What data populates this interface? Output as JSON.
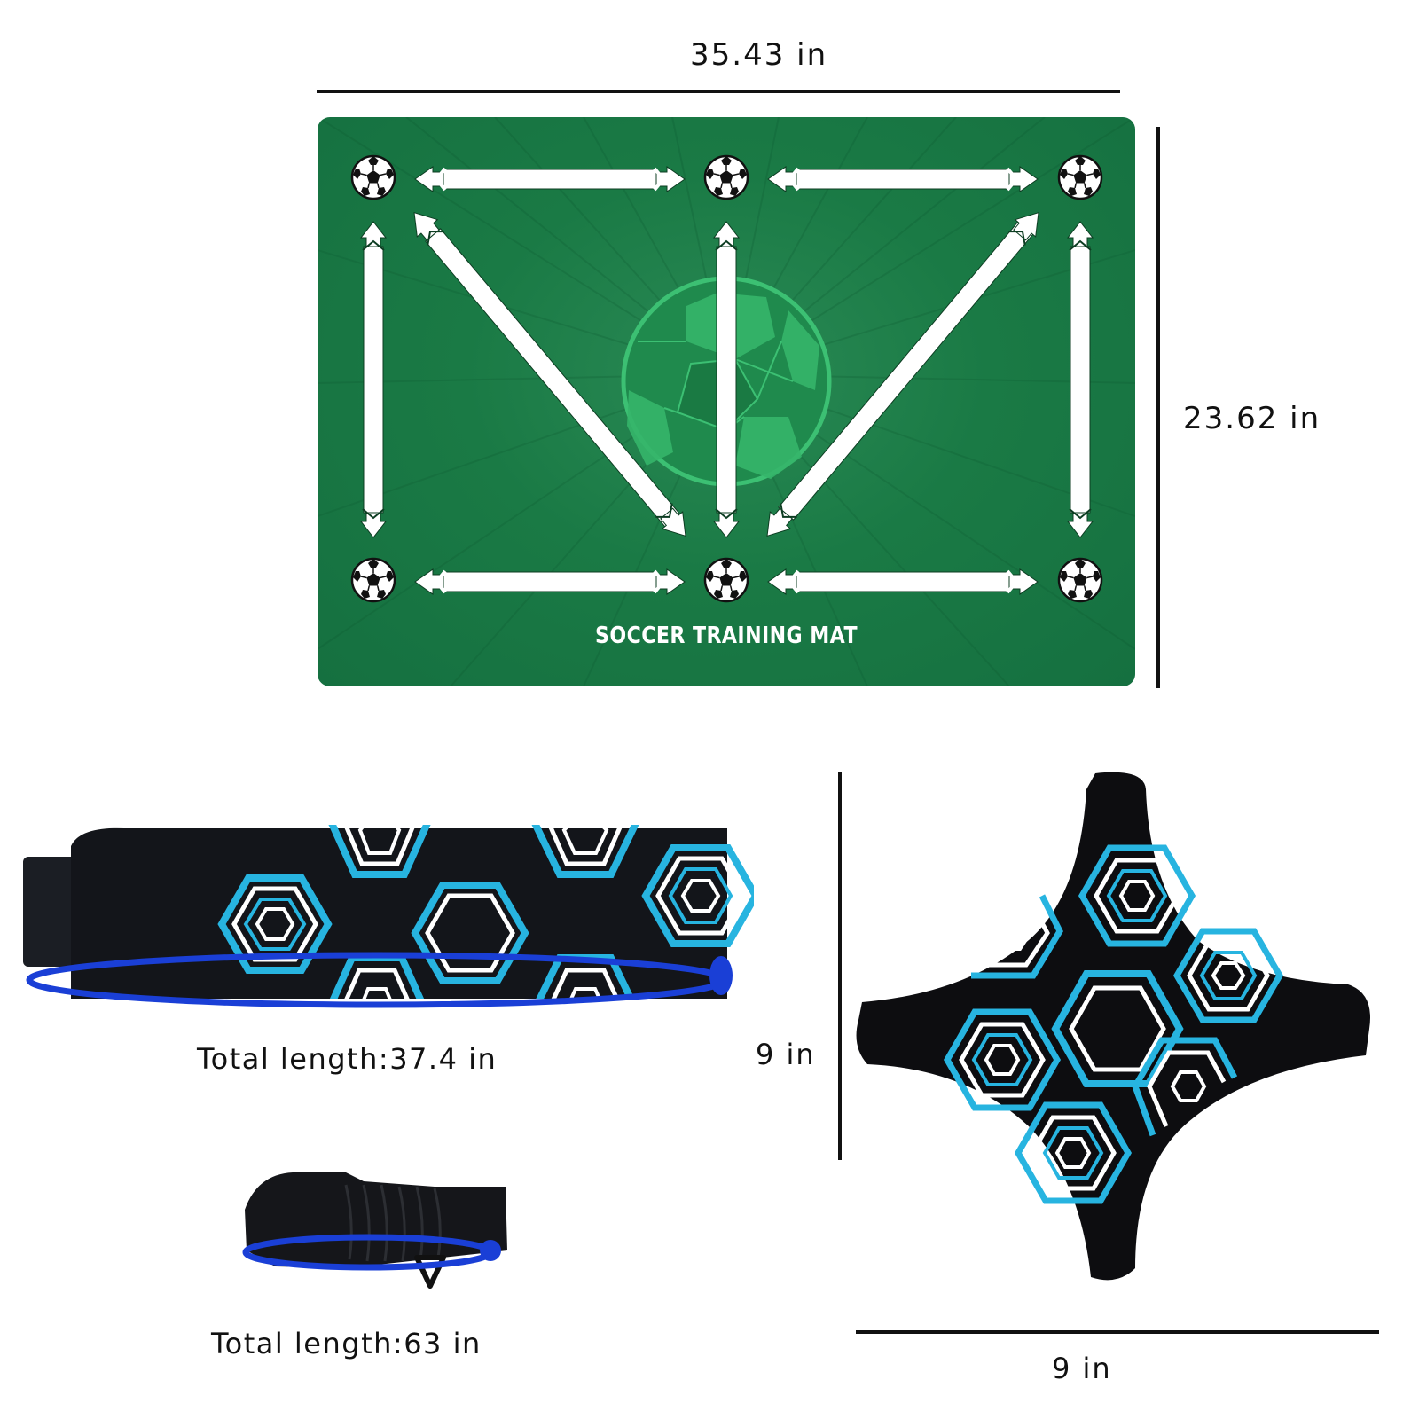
{
  "mat": {
    "width_label": "35.43 in",
    "height_label": "23.62 in",
    "title": "SOCCER TRAINING MAT",
    "colors": {
      "background": "#177a46",
      "arrow": "#ffffff",
      "center_ball": "#35b56a"
    },
    "balls": [
      {
        "pos": "top-left"
      },
      {
        "pos": "top-center"
      },
      {
        "pos": "top-right"
      },
      {
        "pos": "bottom-left"
      },
      {
        "pos": "bottom-center"
      },
      {
        "pos": "bottom-right"
      }
    ]
  },
  "waist_belt": {
    "caption": "Total length:37.4 in",
    "colors": {
      "strap": "#111111",
      "hex_cyan": "#27b4e0",
      "hex_white": "#ffffff",
      "cord": "#1a3fd6"
    }
  },
  "bundle": {
    "caption": "Total length:63 in"
  },
  "ball_bag": {
    "height_label": "9 in",
    "width_label": "9 in"
  }
}
